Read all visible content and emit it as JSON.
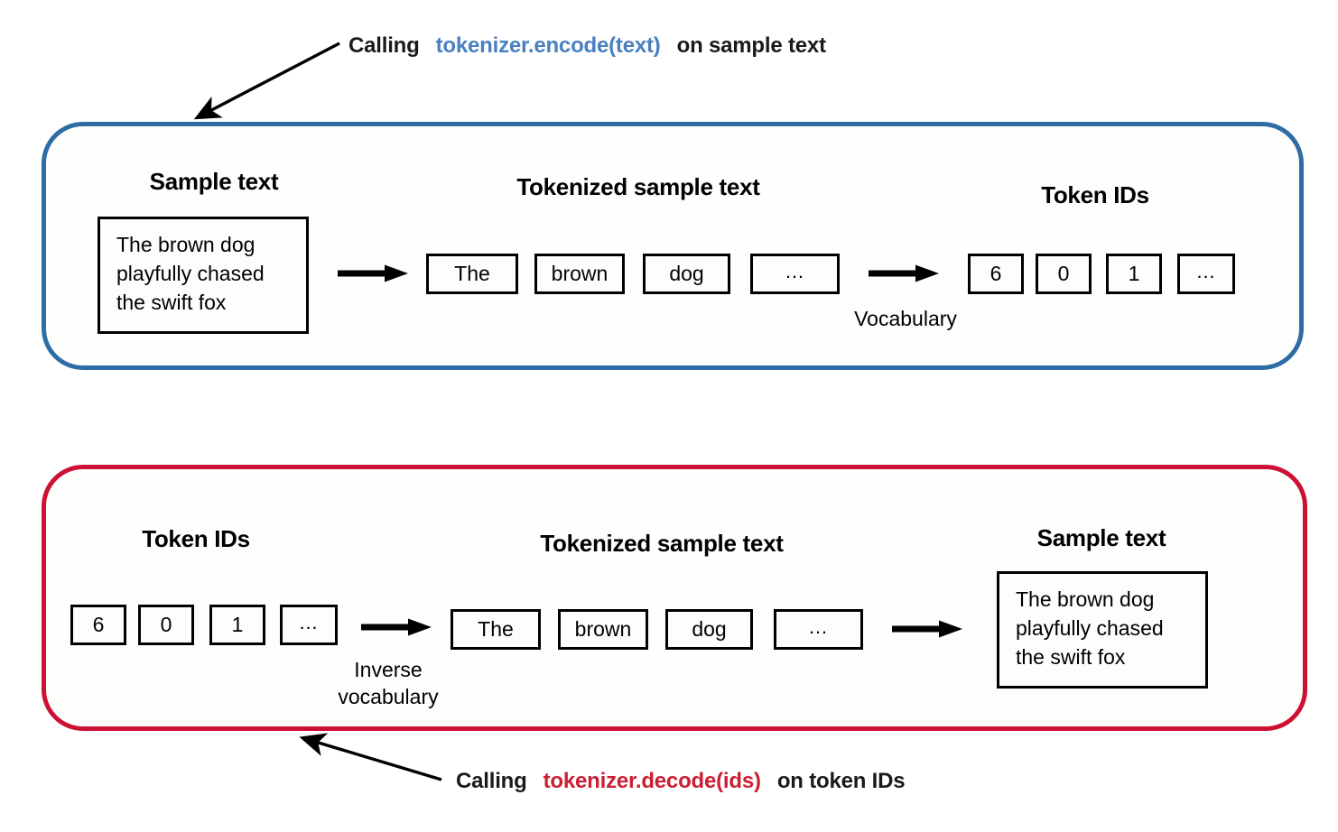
{
  "captions": {
    "encode": {
      "prefix": "Calling",
      "code": "tokenizer.encode(text)",
      "suffix": "on sample text",
      "code_color": "#4a7fc1"
    },
    "decode": {
      "prefix": "Calling",
      "code": "tokenizer.decode(ids)",
      "suffix": "on token IDs",
      "code_color": "#cc1e33"
    }
  },
  "encode_panel": {
    "border_color": "#2e6da4",
    "titles": {
      "sample_text": "Sample text",
      "tokenized": "Tokenized sample text",
      "token_ids": "Token IDs"
    },
    "sample_text": "The brown dog\nplayfully chased\nthe swift fox",
    "tokens": [
      "The",
      "brown",
      "dog",
      "…"
    ],
    "ids": [
      "6",
      "0",
      "1",
      "…"
    ],
    "arrow_label": "Vocabulary"
  },
  "decode_panel": {
    "border_color": "#cc1133",
    "titles": {
      "token_ids": "Token IDs",
      "tokenized": "Tokenized sample text",
      "sample_text": "Sample text"
    },
    "ids": [
      "6",
      "0",
      "1",
      "…"
    ],
    "tokens": [
      "The",
      "brown",
      "dog",
      "…"
    ],
    "sample_text": "The brown dog\nplayfully chased\nthe swift fox",
    "arrow_label": "Inverse\nvocabulary"
  }
}
